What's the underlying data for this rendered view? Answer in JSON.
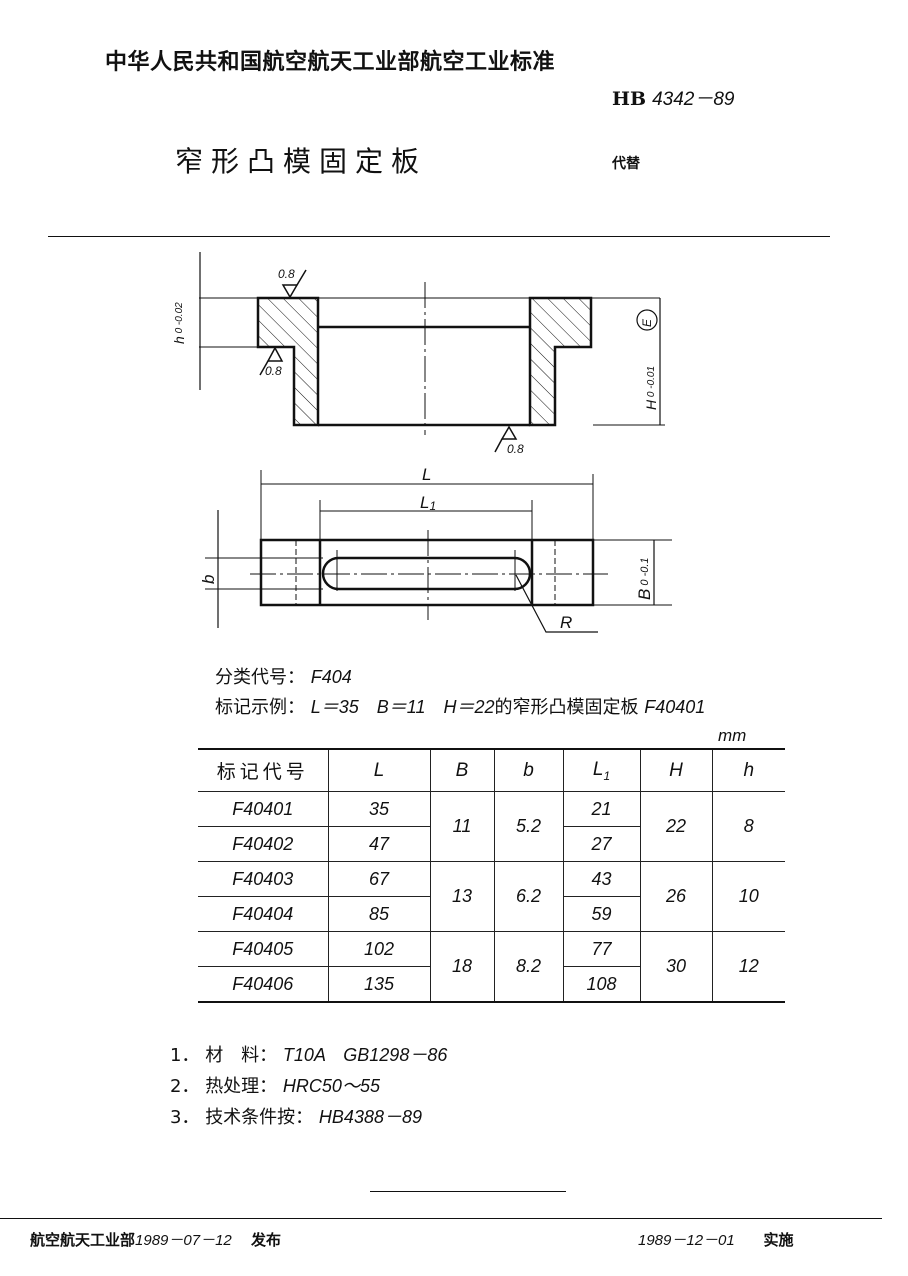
{
  "header": {
    "organization": "中华人民共和国航空航天工业部航空工业标准",
    "standard_prefix": "HB",
    "standard_number": "4342－89",
    "title": "窄形凸模固定板",
    "replaces_label": "代替"
  },
  "drawing": {
    "section_view": {
      "roughness_top": "0.8",
      "roughness_step": "0.8",
      "roughness_bottom": "0.8",
      "dim_h": "h",
      "dim_h_tol": "0 / -0.02",
      "dim_H": "H",
      "dim_H_tol": "0 / -0.01",
      "envelope_symbol": "E"
    },
    "plan_view": {
      "dim_L": "L",
      "dim_L1": "L1",
      "dim_b": "b",
      "dim_B": "B",
      "dim_B_tol": "0 / -0.1",
      "dim_R": "R"
    }
  },
  "classification": {
    "label": "分类代号",
    "value": "F404"
  },
  "marking_example": {
    "label": "标记示例",
    "text": "L＝35　B＝11　H＝22",
    "desc": "的窄形凸模固定板",
    "code": "F40401"
  },
  "table": {
    "unit": "mm",
    "headers": [
      "标记代号",
      "L",
      "B",
      "b",
      "L1",
      "H",
      "h"
    ],
    "rows": [
      {
        "code": "F40401",
        "L": "35",
        "L1": "21"
      },
      {
        "code": "F40402",
        "L": "47",
        "L1": "27"
      },
      {
        "code": "F40403",
        "L": "67",
        "L1": "43"
      },
      {
        "code": "F40404",
        "L": "85",
        "L1": "59"
      },
      {
        "code": "F40405",
        "L": "102",
        "L1": "77"
      },
      {
        "code": "F40406",
        "L": "135",
        "L1": "108"
      }
    ],
    "groups": [
      {
        "B": "11",
        "b": "5.2",
        "H": "22",
        "h": "8"
      },
      {
        "B": "13",
        "b": "6.2",
        "H": "26",
        "h": "10"
      },
      {
        "B": "18",
        "b": "8.2",
        "H": "30",
        "h": "12"
      }
    ]
  },
  "notes": [
    {
      "num": "1．",
      "label": "材　料：",
      "value": "T10A　GB1298－86"
    },
    {
      "num": "2．",
      "label": "热处理：",
      "value": "HRC50～55"
    },
    {
      "num": "3．",
      "label": "技术条件按：",
      "value": "HB4388－89"
    }
  ],
  "footer": {
    "issuer": "航空航天工业部",
    "issue_date": "1989－07－12",
    "issue_label": "发布",
    "effective_date": "1989－12－01",
    "effective_label": "实施"
  }
}
